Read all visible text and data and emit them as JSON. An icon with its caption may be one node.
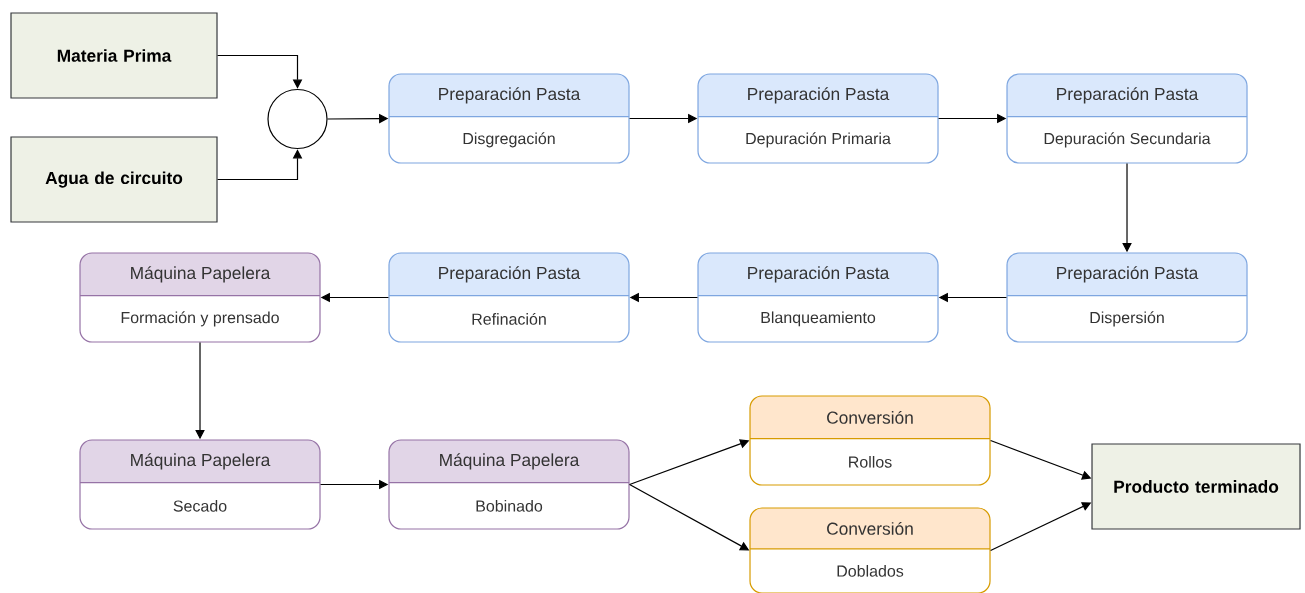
{
  "diagram": {
    "nodes": [
      {
        "text": [
          "Materia Prima"
        ]
      },
      {
        "text": [
          "Agua de circuito"
        ]
      },
      {
        "text": [],
        "shape": "circle"
      },
      {
        "text": [
          "Preparación Pasta",
          "Disgregación"
        ]
      },
      {
        "text": [
          "Preparación Pasta",
          "Depuración Primaria"
        ]
      },
      {
        "text": [
          "Preparación Pasta",
          "Depuración Secundaria"
        ]
      },
      {
        "text": [
          "Preparación Pasta",
          "Dispersión"
        ]
      },
      {
        "text": [
          "Preparación Pasta",
          "Blanqueamiento"
        ]
      },
      {
        "text": [
          "Preparación Pasta",
          "Refinación"
        ]
      },
      {
        "text": [
          "Máquina Papelera",
          "Formación y prensado"
        ]
      },
      {
        "text": [
          "Máquina Papelera",
          "Secado"
        ]
      },
      {
        "text": [
          "Máquina Papelera",
          "Bobinado"
        ]
      },
      {
        "text": [
          "Conversión",
          "Rollos"
        ]
      },
      {
        "text": [
          "Conversión",
          "Doblados"
        ]
      },
      {
        "text": [
          "Producto terminado"
        ]
      }
    ],
    "edges": [
      {
        "from": 0,
        "to": 2,
        "arrow": "to"
      },
      {
        "from": 1,
        "to": 2,
        "arrow": "to"
      },
      {
        "from": 2,
        "to": 3,
        "arrow": "to"
      },
      {
        "from": 3,
        "to": 4,
        "arrow": "to"
      },
      {
        "from": 4,
        "to": 5,
        "arrow": "to"
      },
      {
        "from": 5,
        "to": 6,
        "arrow": "to"
      },
      {
        "from": 6,
        "to": 7,
        "arrow": "to"
      },
      {
        "from": 7,
        "to": 8,
        "arrow": "to"
      },
      {
        "from": 8,
        "to": 9,
        "arrow": "to"
      },
      {
        "from": 9,
        "to": 10,
        "arrow": "to"
      },
      {
        "from": 10,
        "to": 11,
        "arrow": "to"
      },
      {
        "from": 11,
        "to": 12,
        "arrow": "to"
      },
      {
        "from": 11,
        "to": 13,
        "arrow": "to"
      },
      {
        "from": 12,
        "to": 14,
        "arrow": "to"
      },
      {
        "from": 13,
        "to": 14,
        "arrow": "to"
      }
    ]
  }
}
